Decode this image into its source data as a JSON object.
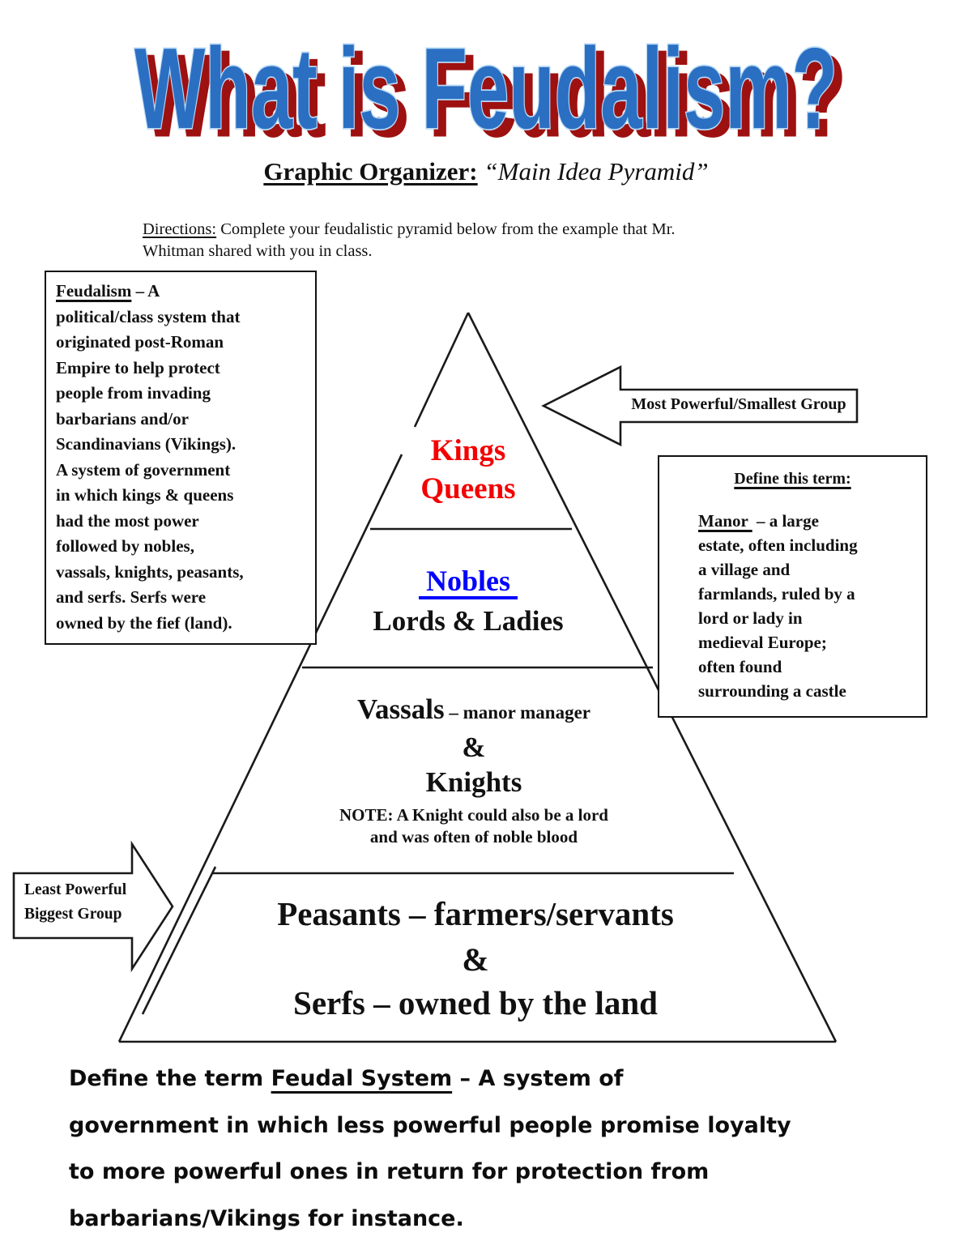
{
  "page": {
    "title": "What is Feudalism?",
    "subtitle_label": "Graphic Organizer:",
    "subtitle_quote": "“Main Idea Pyramid”"
  },
  "directions": {
    "label": "Directions:",
    "line1_rest": "  Complete your feudalistic pyramid below from the example that Mr.",
    "line2": "Whitman shared with you in class."
  },
  "feudalism_box": {
    "term": "Feudalism",
    "line1_rest": " – A",
    "lines": [
      "political/class system that",
      "originated post-Roman",
      "Empire to help protect",
      "people from invading",
      "barbarians and/or",
      "Scandinavians (Vikings).",
      "A system of government",
      "in which kings & queens",
      "had the most power",
      "followed by nobles,",
      "vassals, knights, peasants,",
      "and serfs. Serfs were",
      "owned by the fief (land)."
    ]
  },
  "define_box": {
    "heading": "Define this term:",
    "term": "Manor ",
    "line1_rest": " – a large",
    "lines": [
      "estate, often including",
      "a village and",
      "farmlands, ruled by a",
      "lord or lady in",
      "medieval Europe;",
      "often found",
      "surrounding a castle"
    ]
  },
  "arrow_top": {
    "label": "Most Powerful/Smallest Group"
  },
  "arrow_bottom": {
    "line1": "Least Powerful",
    "line2": "Biggest Group"
  },
  "pyramid": {
    "level1": {
      "line1": "Kings",
      "line2": "Queens"
    },
    "level2": {
      "title": " Nobles ",
      "subtitle": "Lords & Ladies"
    },
    "level3": {
      "title": "Vassals",
      "annotation": " – manor manager",
      "amp": "&",
      "line2": "Knights",
      "note_line1": "NOTE: A Knight could also be a lord",
      "note_line2": "and was often of noble blood"
    },
    "level4": {
      "line1": "Peasants – farmers/servants",
      "amp": "&",
      "line2": "Serfs – owned by the land"
    }
  },
  "footer": {
    "line1_prefix": "Define the term ",
    "line1_term": "Feudal System",
    "line1_suffix": " – A system of",
    "line2": "government in which less powerful people promise loyalty",
    "line3": "to more powerful ones in return for protection from",
    "line4": "barbarians/Vikings for instance."
  },
  "colors": {
    "title_fill": "#2b6fc3",
    "title_outline": "#b7d9f5",
    "title_shadow": "#9e1111",
    "kings_text": "#f40000",
    "nobles_text": "#0000ff",
    "ink": "#1a1a1a"
  }
}
